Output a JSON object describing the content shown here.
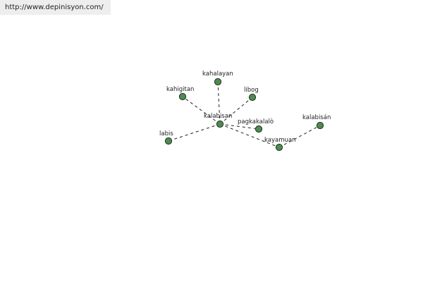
{
  "header": {
    "url": "http://www.depinisyon.com/"
  },
  "colors": {
    "node_fill": "#4f8a4f",
    "node_stroke": "#1f2f1f",
    "edge": "#222222"
  },
  "graph": {
    "center": "kalabisan",
    "nodes": [
      {
        "id": "kalabisan",
        "label": "kalabisan"
      },
      {
        "id": "kahalayan",
        "label": "kahalayan"
      },
      {
        "id": "kahigitan",
        "label": "kahigitan"
      },
      {
        "id": "libog",
        "label": "libog"
      },
      {
        "id": "labis",
        "label": "labis"
      },
      {
        "id": "pagkakalalo",
        "label": "pagkakalalò"
      },
      {
        "id": "kayamuan",
        "label": "kayamuan"
      },
      {
        "id": "kalabisan2",
        "label": "kalabisán"
      }
    ],
    "edges": [
      {
        "from": "kalabisan",
        "to": "kahalayan"
      },
      {
        "from": "kalabisan",
        "to": "kahigitan"
      },
      {
        "from": "kalabisan",
        "to": "libog"
      },
      {
        "from": "kalabisan",
        "to": "labis"
      },
      {
        "from": "kalabisan",
        "to": "pagkakalalo"
      },
      {
        "from": "kalabisan",
        "to": "kayamuan"
      },
      {
        "from": "kayamuan",
        "to": "kalabisan2"
      }
    ]
  }
}
